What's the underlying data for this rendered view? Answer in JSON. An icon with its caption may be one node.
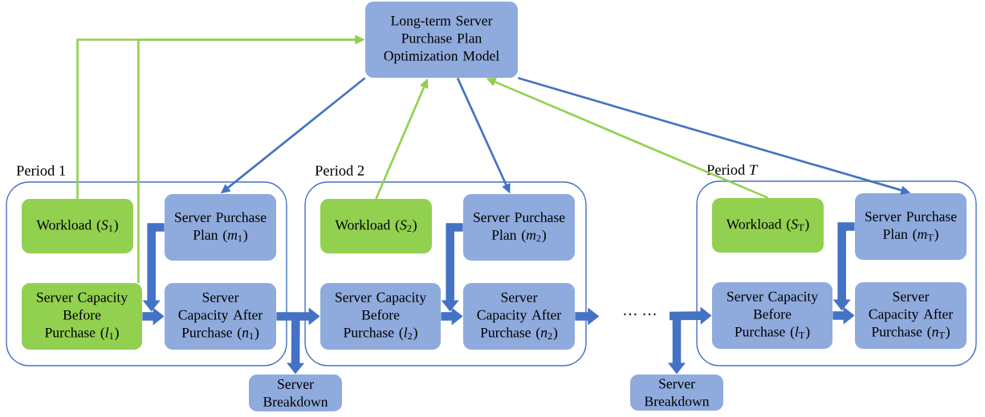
{
  "diagram": {
    "nodes": [
      {
        "text": [
          "Long-term Server Purchase Plan Optimization Model"
        ]
      },
      {
        "text": [
          "Period 1"
        ]
      },
      {
        "text": [
          "Workload (*S*$_{1}$)"
        ],
        "in": 1
      },
      {
        "text": [
          "Server Purchase Plan (*m*$_{1}$)"
        ],
        "in": 1
      },
      {
        "text": [
          "Server Capacity Before Purchase (*l*$_{1}$)"
        ],
        "in": 1
      },
      {
        "text": [
          "Server Capacity After Purchase (*n*$_{1}$)"
        ],
        "in": 1
      },
      {
        "text": [
          "Server Breakdown"
        ]
      },
      {
        "text": [
          "Period 2"
        ]
      },
      {
        "text": [
          "Workload (*S*$_{2}$)"
        ],
        "in": 7
      },
      {
        "text": [
          "Server Purchase Plan (*m*$_{2}$)"
        ],
        "in": 7
      },
      {
        "text": [
          "Server Capacity Before Purchase (*l*$_{2}$)"
        ],
        "in": 7
      },
      {
        "text": [
          "Server Capacity After Purchase (*n*$_{2}$)"
        ],
        "in": 7
      },
      {
        "text": [
          "Period *T*"
        ]
      },
      {
        "text": [
          "Workload (*S*$_{T}$)"
        ],
        "in": 12
      },
      {
        "text": [
          "Server Purchase Plan (*m*$_{T}$)"
        ],
        "in": 12
      },
      {
        "text": [
          "Server Capacity Before Purchase (*l*$_{T}$)"
        ],
        "in": 12
      },
      {
        "text": [
          "Server Capacity After Purchase (*n*$_{T}$)"
        ],
        "in": 12
      },
      {
        "text": [
          "Server Breakdown"
        ]
      }
    ],
    "edges": [
      {
        "from": 2,
        "to": 0,
        "arrow": "to",
        "color": "#92d050"
      },
      {
        "from": 4,
        "to": 0,
        "arrow": "to",
        "color": "#92d050"
      },
      {
        "from": 0,
        "to": 3,
        "arrow": "to"
      },
      {
        "from": 8,
        "to": 0,
        "arrow": "to",
        "color": "#92d050"
      },
      {
        "from": 0,
        "to": 9,
        "arrow": "to"
      },
      {
        "from": 13,
        "to": 0,
        "arrow": "to",
        "color": "#92d050"
      },
      {
        "from": 0,
        "to": 14,
        "arrow": "to"
      },
      {
        "from": 3,
        "to": 5,
        "arrow": "to"
      },
      {
        "from": 4,
        "to": 5,
        "arrow": "to"
      },
      {
        "from": 5,
        "to": 10,
        "arrow": "to"
      },
      {
        "from": 5,
        "to": 6,
        "arrow": "to"
      },
      {
        "from": 9,
        "to": 11,
        "arrow": "to"
      },
      {
        "from": 10,
        "to": 11,
        "arrow": "to"
      },
      {
        "from": 11,
        "to": null,
        "arrow": "to"
      },
      {
        "from": null,
        "to": 15,
        "arrow": "to"
      },
      {
        "from": null,
        "to": 17,
        "arrow": "to"
      },
      {
        "from": 14,
        "to": 16,
        "arrow": "to"
      },
      {
        "from": 15,
        "to": 16,
        "arrow": "to"
      }
    ],
    "labels": [
      "… …"
    ]
  }
}
